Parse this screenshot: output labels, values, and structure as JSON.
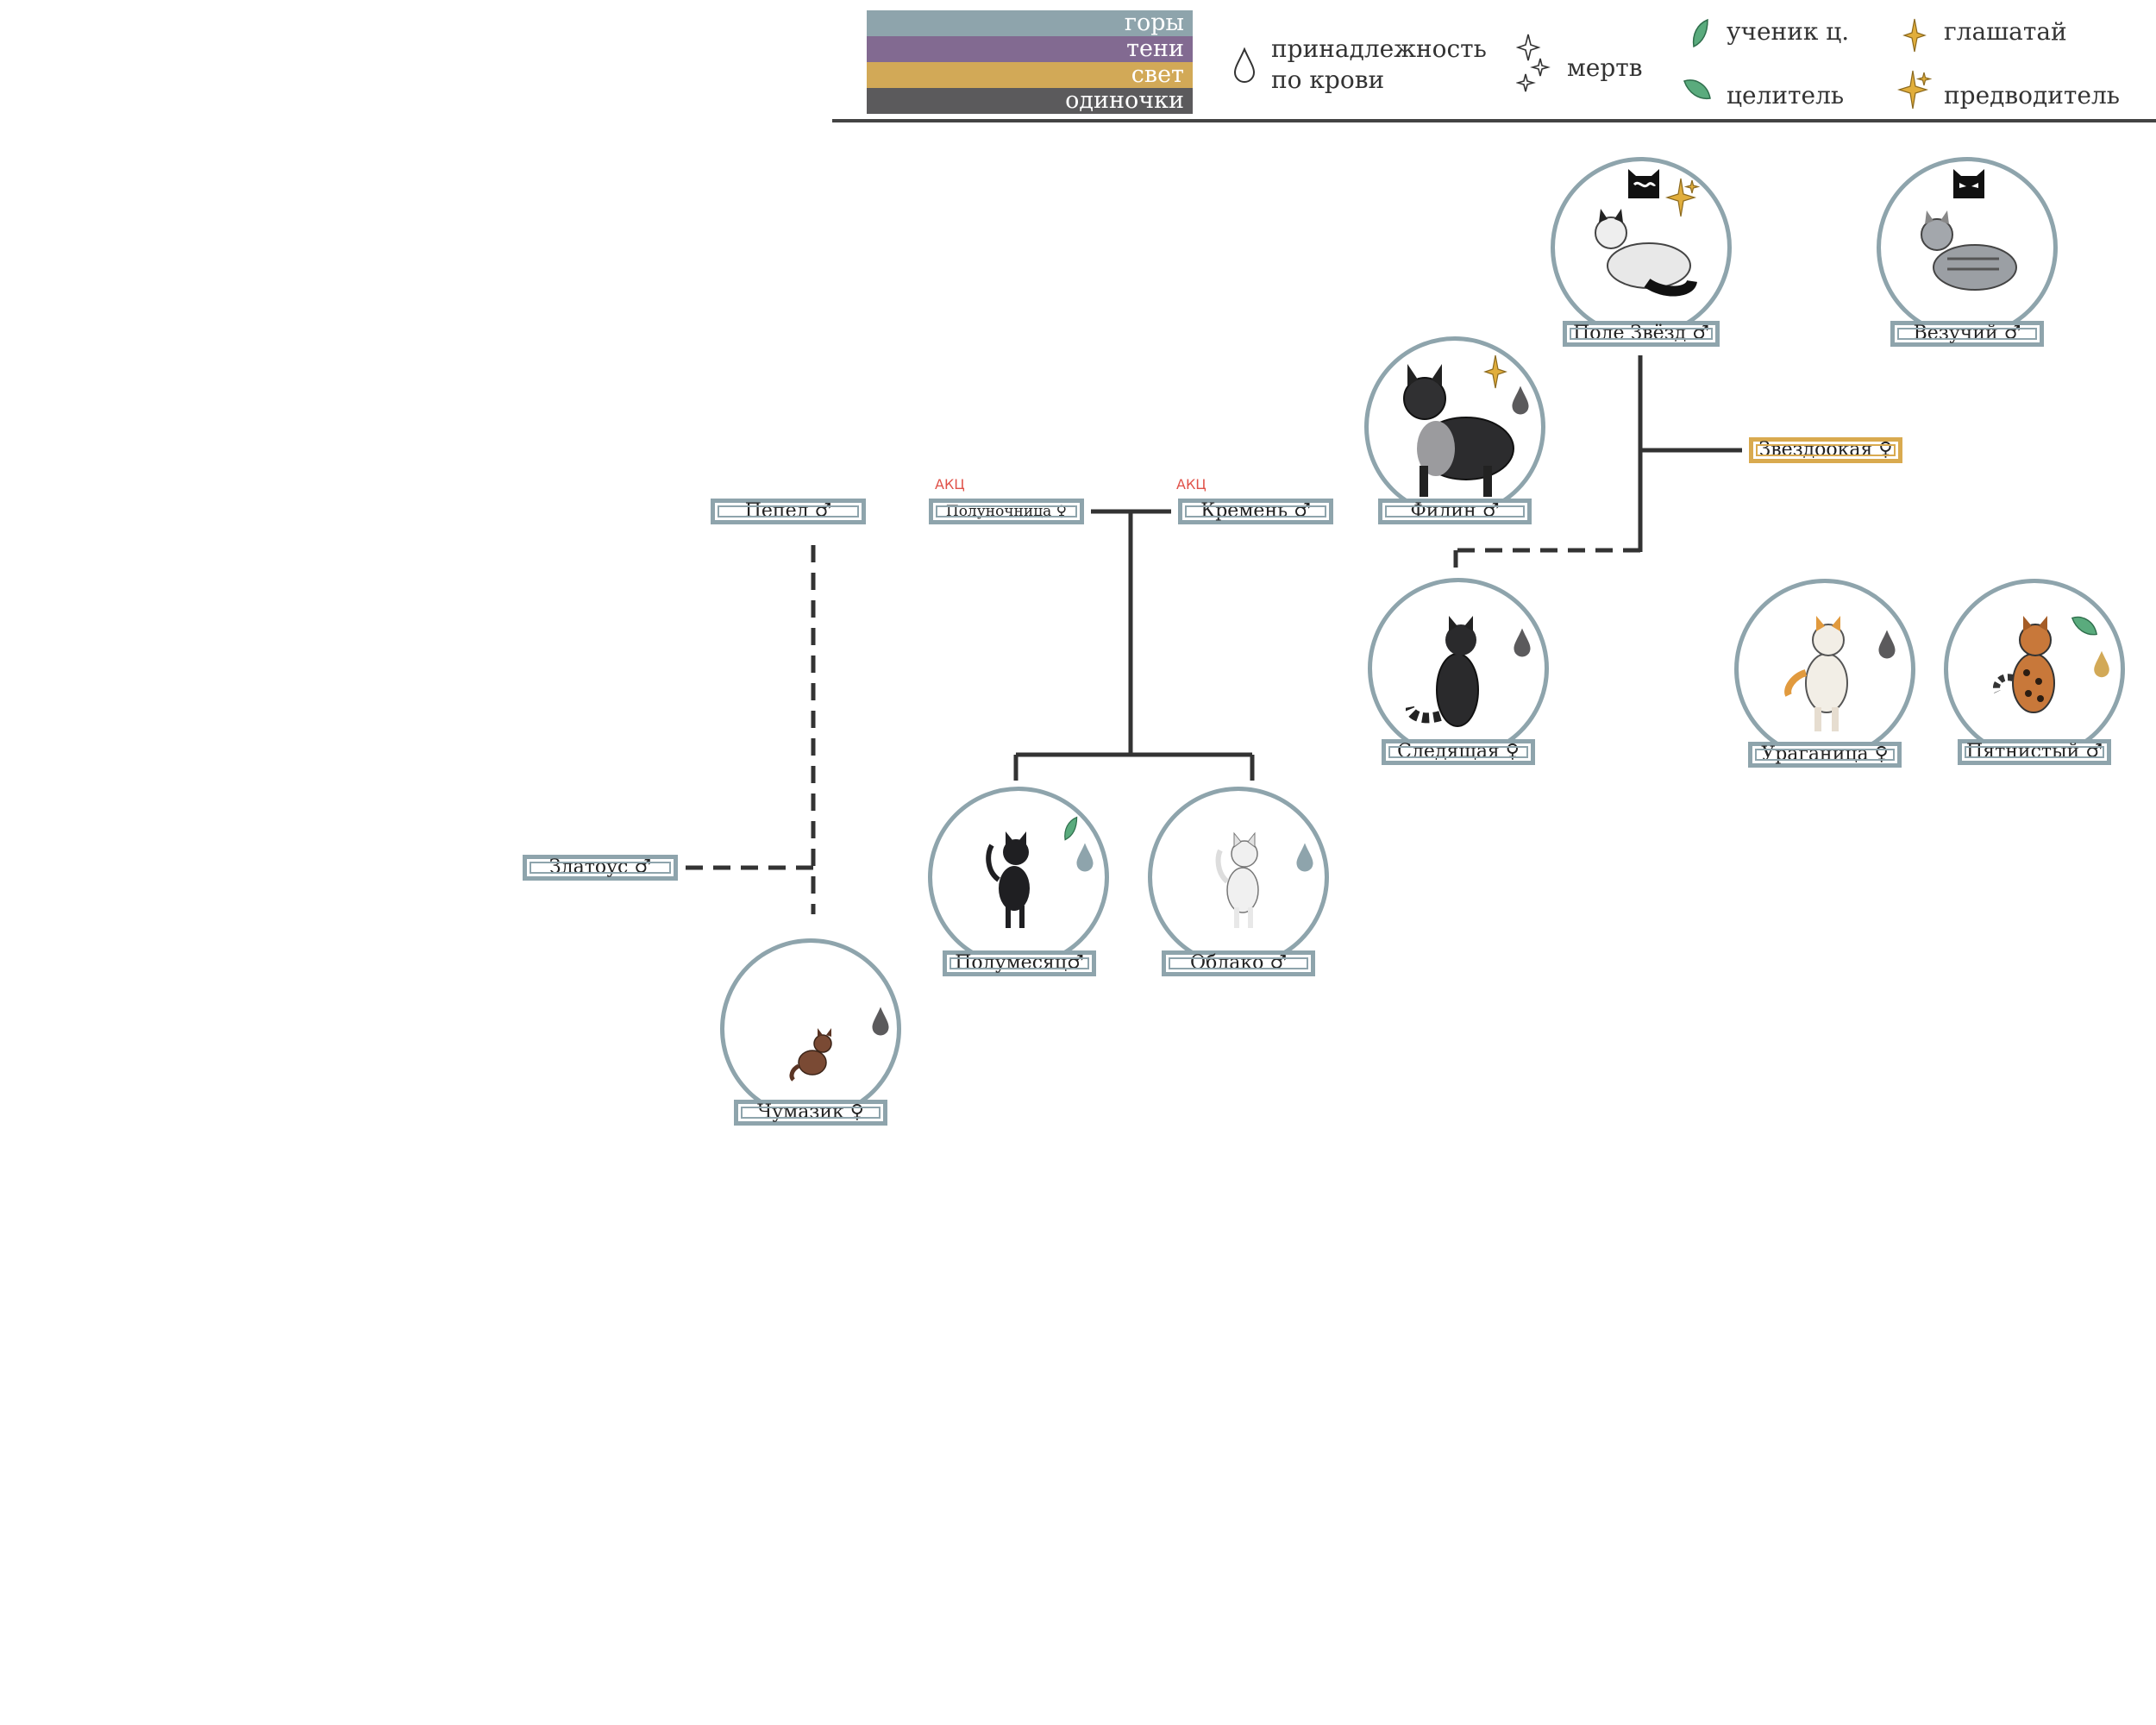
{
  "legend": {
    "clans": [
      {
        "label": "горы",
        "color": "#8ea4ac"
      },
      {
        "label": "тени",
        "color": "#826a91"
      },
      {
        "label": "свет",
        "color": "#d2a957"
      },
      {
        "label": "одиночки",
        "color": "#5b5a5c"
      }
    ],
    "blood_label": "принадлежность",
    "blood_label2": "по крови",
    "dead_label": "мертв",
    "med_apprentice_label": "ученик ц.",
    "medicine_label": "целитель",
    "deputy_label": "глашатай",
    "leader_label": "предводитель"
  },
  "acc_tag": "АКЦ",
  "cats": {
    "pepel": "Пепел ♂",
    "polunochnitsa": "Полуночница ♀",
    "kremen": "Кремень ♂",
    "filin": "Филин ♂",
    "pole_zvezd": "Поле Звёзд ♂",
    "vezuchiy": "Везучий ♂",
    "zvezdookaya": "Звездоокая ♀",
    "sledyaschaya": "Следящая ♀",
    "uraganitsa": "Ураганица ♀",
    "pyatnistiy": "Пятнистый ♂",
    "zlatous": "Златоус ♂",
    "polumesyats": "Полумесяц♂",
    "oblako": "Облако ♂",
    "chumazik": "Чумазик ♀"
  },
  "colors": {
    "frame": "#8ea4ac",
    "gold_frame": "#d9aa4f",
    "line": "#333333",
    "leaf": "#5aab7d",
    "star_gold": "#e1ae3c",
    "acc": "#e0534a"
  },
  "icons": [
    "blood-drop-icon",
    "dead-stars-icon",
    "leaf-icon",
    "deputy-star-icon",
    "leader-stars-icon",
    "mountain-clan-emblem-icon",
    "shadow-clan-emblem-icon",
    "cat-figure-icon"
  ]
}
